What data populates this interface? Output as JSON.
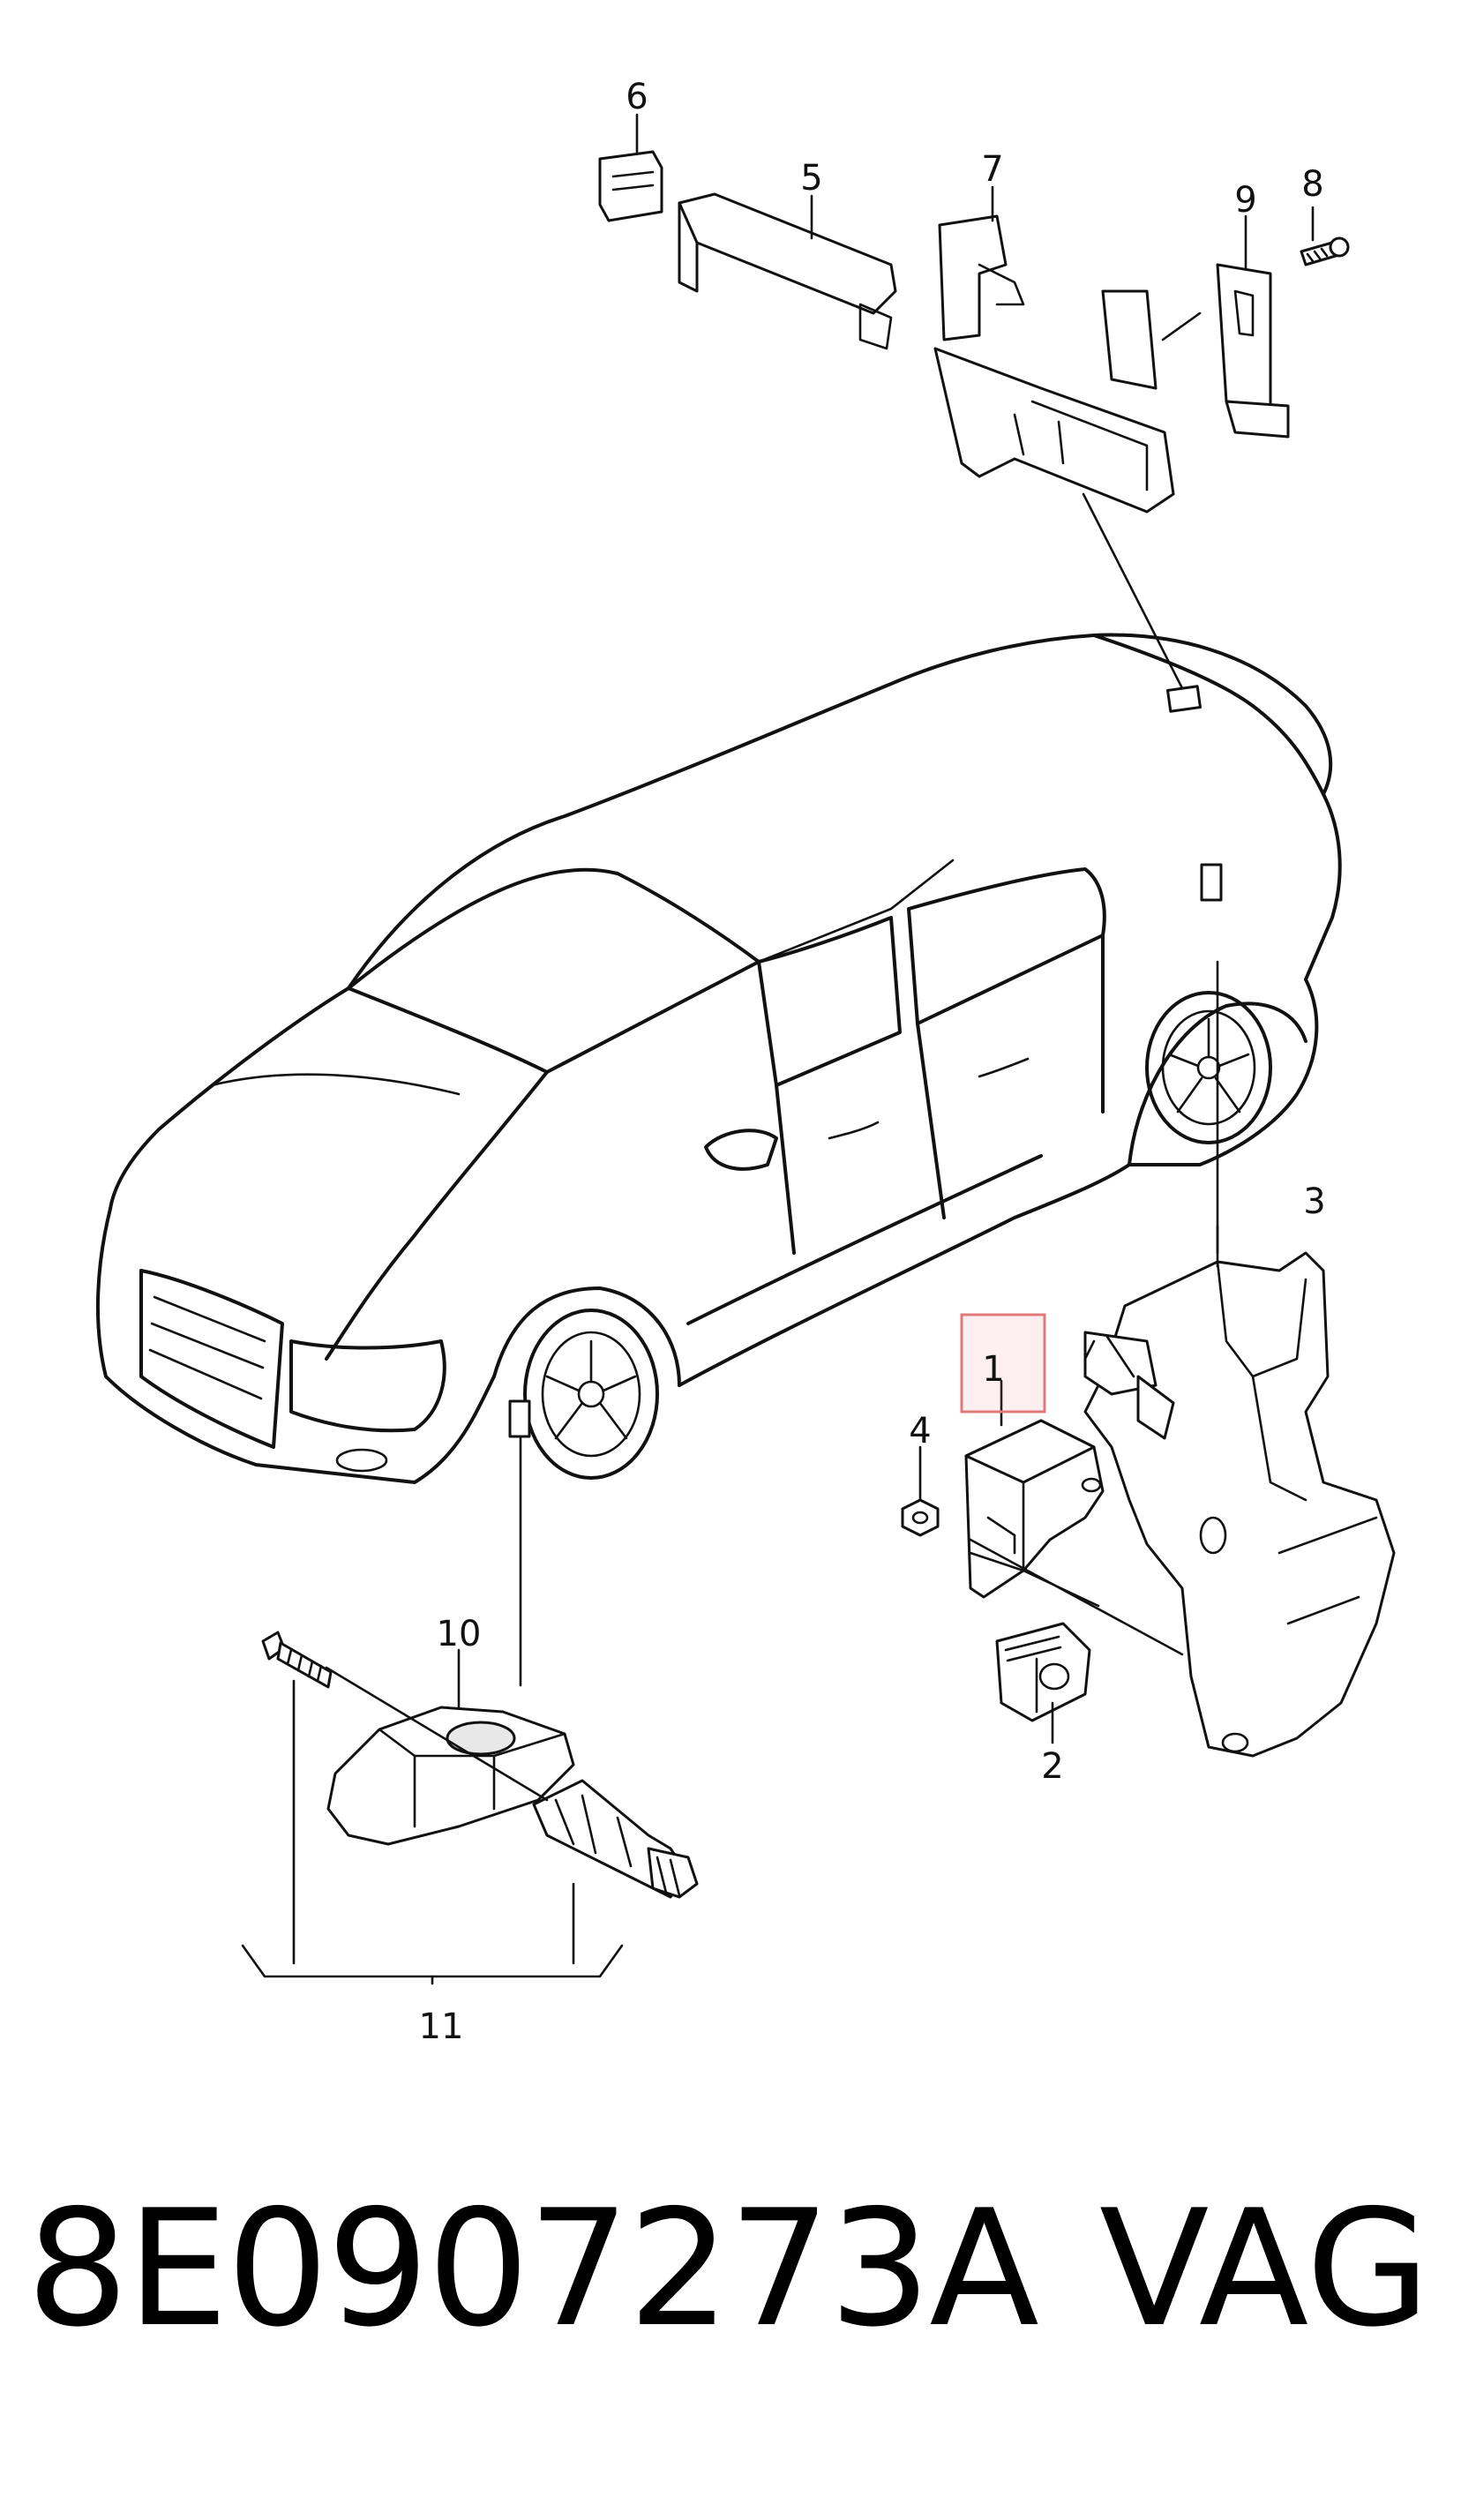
{
  "diagram": {
    "callouts": [
      "1",
      "2",
      "3",
      "4",
      "5",
      "6",
      "7",
      "8",
      "9",
      "10",
      "11"
    ],
    "highlighted_callout": "1",
    "highlight_color": "#e07a7a"
  },
  "footer": {
    "part_number": "8E0907273A",
    "brand": "VAG"
  }
}
